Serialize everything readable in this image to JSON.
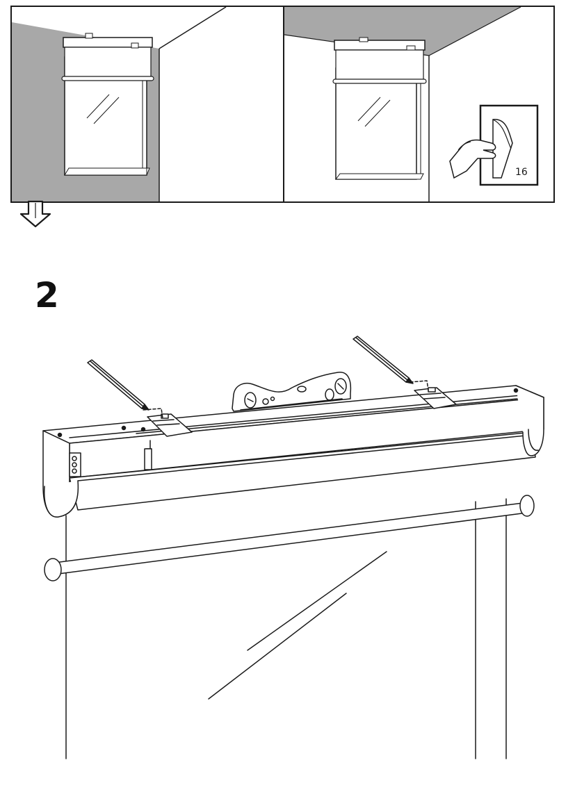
{
  "step": {
    "number": "2"
  },
  "panels": [
    {
      "name": "wall-mount-option",
      "wall_shading": "#a8a8a8"
    },
    {
      "name": "ceiling-mount-option",
      "ceiling_shading": "#a8a8a8",
      "page_reference": "16"
    }
  ],
  "icons": [
    "down-arrow-icon",
    "page-turn-icon",
    "hand-icon",
    "pencil-icon",
    "spirit-level-icon",
    "bracket-icon"
  ],
  "colors": {
    "line": "#1a1a1a",
    "shading": "#a8a8a8",
    "paper": "#ffffff"
  }
}
